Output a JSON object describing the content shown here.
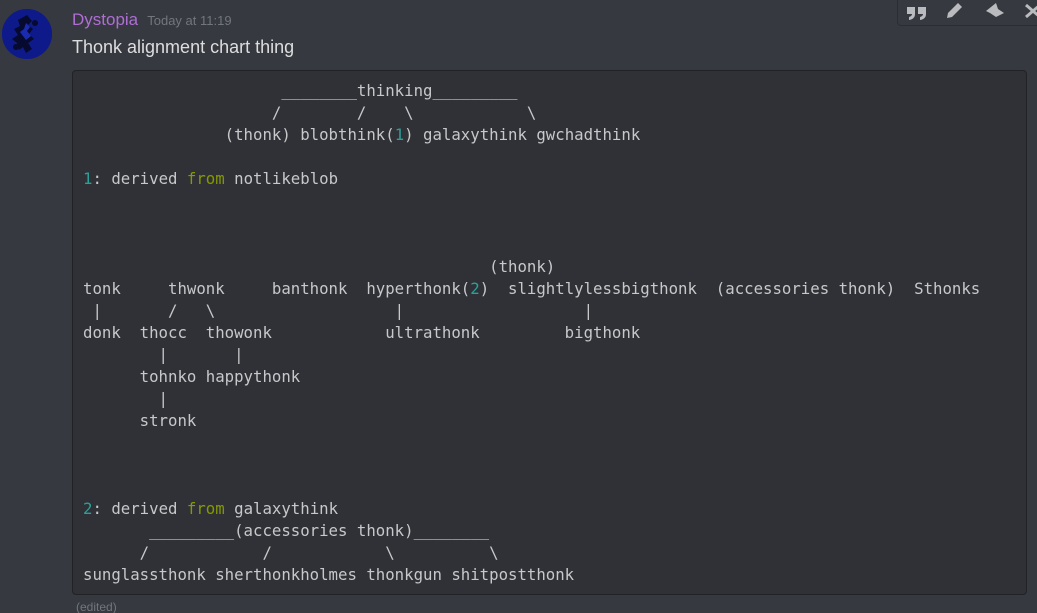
{
  "message": {
    "username": "Dystopia",
    "timestamp": "Today at 11:19",
    "text": "Thonk alignment chart thing",
    "edited": "(edited)"
  },
  "code": {
    "lines": [
      [
        {
          "t": "                     ________thinking_________"
        }
      ],
      [
        {
          "t": "                    /        /    \\            \\"
        }
      ],
      [
        {
          "t": "               (thonk) blobthink("
        },
        {
          "t": "1",
          "c": "num"
        },
        {
          "t": ") galaxythink gwchadthink"
        }
      ],
      [
        {
          "t": ""
        }
      ],
      [
        {
          "t": "1",
          "c": "num"
        },
        {
          "t": ": derived "
        },
        {
          "t": "from",
          "c": "kw"
        },
        {
          "t": " notlikeblob"
        }
      ],
      [
        {
          "t": ""
        }
      ],
      [
        {
          "t": ""
        }
      ],
      [
        {
          "t": ""
        }
      ],
      [
        {
          "t": "                                           (thonk)"
        }
      ],
      [
        {
          "t": "tonk     thwonk     banthonk  hyperthonk("
        },
        {
          "t": "2",
          "c": "num"
        },
        {
          "t": ")  slightlylessbigthonk  (accessories thonk)  Sthonks"
        }
      ],
      [
        {
          "t": " |       /   \\                   |                   |"
        }
      ],
      [
        {
          "t": "donk  thocc  thowonk            ultrathonk         bigthonk"
        }
      ],
      [
        {
          "t": "        |       |"
        }
      ],
      [
        {
          "t": "      tohnko happythonk"
        }
      ],
      [
        {
          "t": "        |"
        }
      ],
      [
        {
          "t": "      stronk"
        }
      ],
      [
        {
          "t": ""
        }
      ],
      [
        {
          "t": ""
        }
      ],
      [
        {
          "t": ""
        }
      ],
      [
        {
          "t": "2",
          "c": "num"
        },
        {
          "t": ": derived "
        },
        {
          "t": "from",
          "c": "kw"
        },
        {
          "t": " galaxythink"
        }
      ],
      [
        {
          "t": "       _________(accessories thonk)________"
        }
      ],
      [
        {
          "t": "      /            /            \\          \\"
        }
      ],
      [
        {
          "t": "sunglassthonk sherthonkholmes thonkgun shitpostthonk"
        }
      ]
    ]
  },
  "toolbar": {
    "buttons": [
      "quote-icon",
      "edit-icon",
      "pin-icon",
      "close-icon"
    ]
  },
  "colors": {
    "background": "#36393f",
    "codeblock": "#2f3136",
    "username": "#b06dd6",
    "number": "#2aa198",
    "keyword": "#859900"
  }
}
